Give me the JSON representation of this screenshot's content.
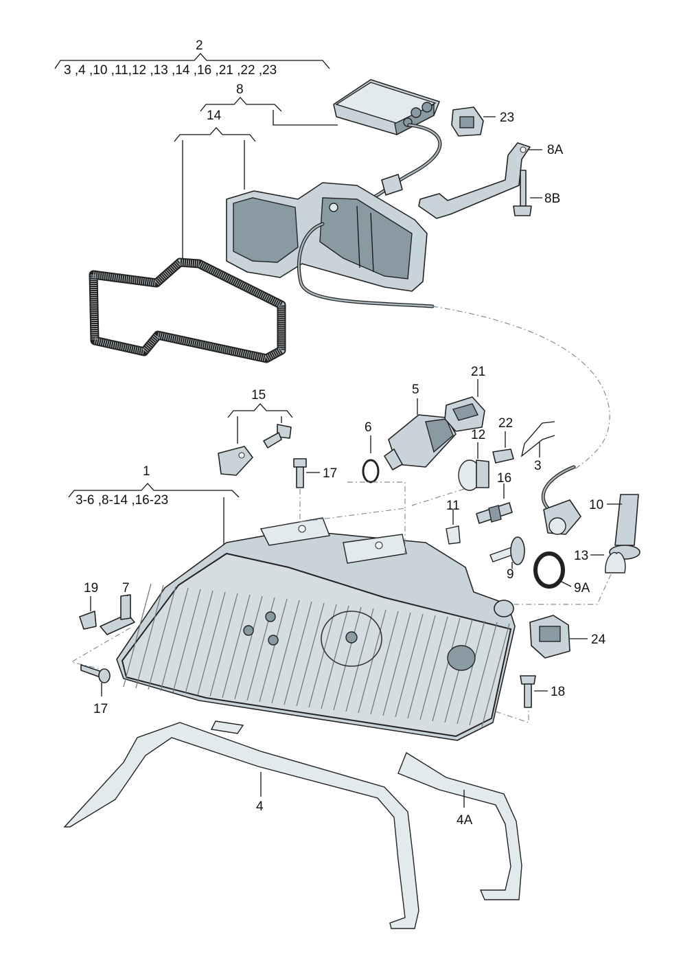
{
  "labels": {
    "group2": "2",
    "group2_list": "3 ,4 ,10 ,11,12 ,13 ,14 ,16 ,21 ,22 ,23",
    "group8": "8",
    "group14": "14",
    "group15": "15",
    "group1": "1",
    "group1_list": "3-6 ,8-14 ,16-23",
    "l23": "23",
    "l8A": "8A",
    "l8B": "8B",
    "l21": "21",
    "l5": "5",
    "l6": "6",
    "l12": "12",
    "l22": "22",
    "l3": "3",
    "l16": "16",
    "l17a": "17",
    "l11": "11",
    "l10": "10",
    "l13": "13",
    "l9": "9",
    "l9A": "9A",
    "l19": "19",
    "l7": "7",
    "l24": "24",
    "l17b": "17",
    "l18": "18",
    "l4": "4",
    "l4A": "4A"
  }
}
